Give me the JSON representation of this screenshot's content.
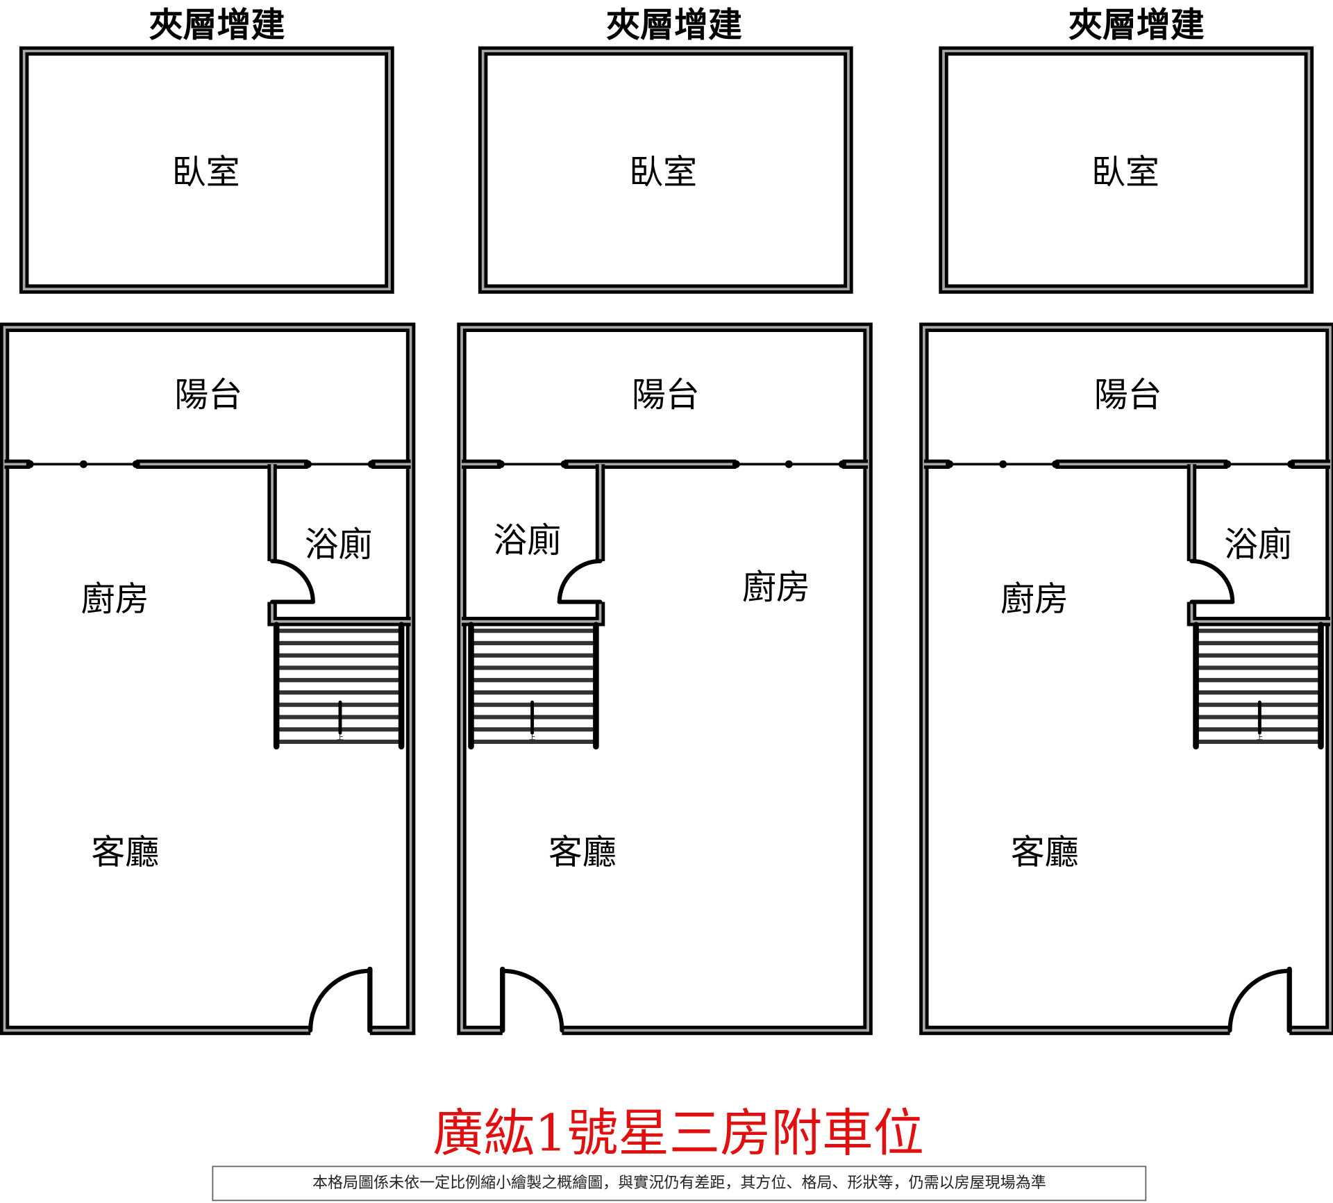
{
  "units": [
    {
      "mezzanine_title": "夾層增建",
      "bedroom": "臥室",
      "balcony": "陽台",
      "bathroom": "浴廁",
      "kitchen": "廚房",
      "living": "客廳",
      "stairs_up": "上"
    },
    {
      "mezzanine_title": "夾層增建",
      "bedroom": "臥室",
      "balcony": "陽台",
      "bathroom": "浴廁",
      "kitchen": "廚房",
      "living": "客廳",
      "stairs_up": "上"
    },
    {
      "mezzanine_title": "夾層增建",
      "bedroom": "臥室",
      "balcony": "陽台",
      "bathroom": "浴廁",
      "kitchen": "廚房",
      "living": "客廳",
      "stairs_up": "上"
    }
  ],
  "title": "廣紘1號星三房附車位",
  "disclaimer": "本格局圖係未依一定比例縮小繪製之概繪圖，與實況仍有差距，其方位、格局、形狀等，仍需以房屋現場為準",
  "colors": {
    "wall": "#000000",
    "wall_core": "#a8a8a8",
    "title": "#e01010"
  }
}
